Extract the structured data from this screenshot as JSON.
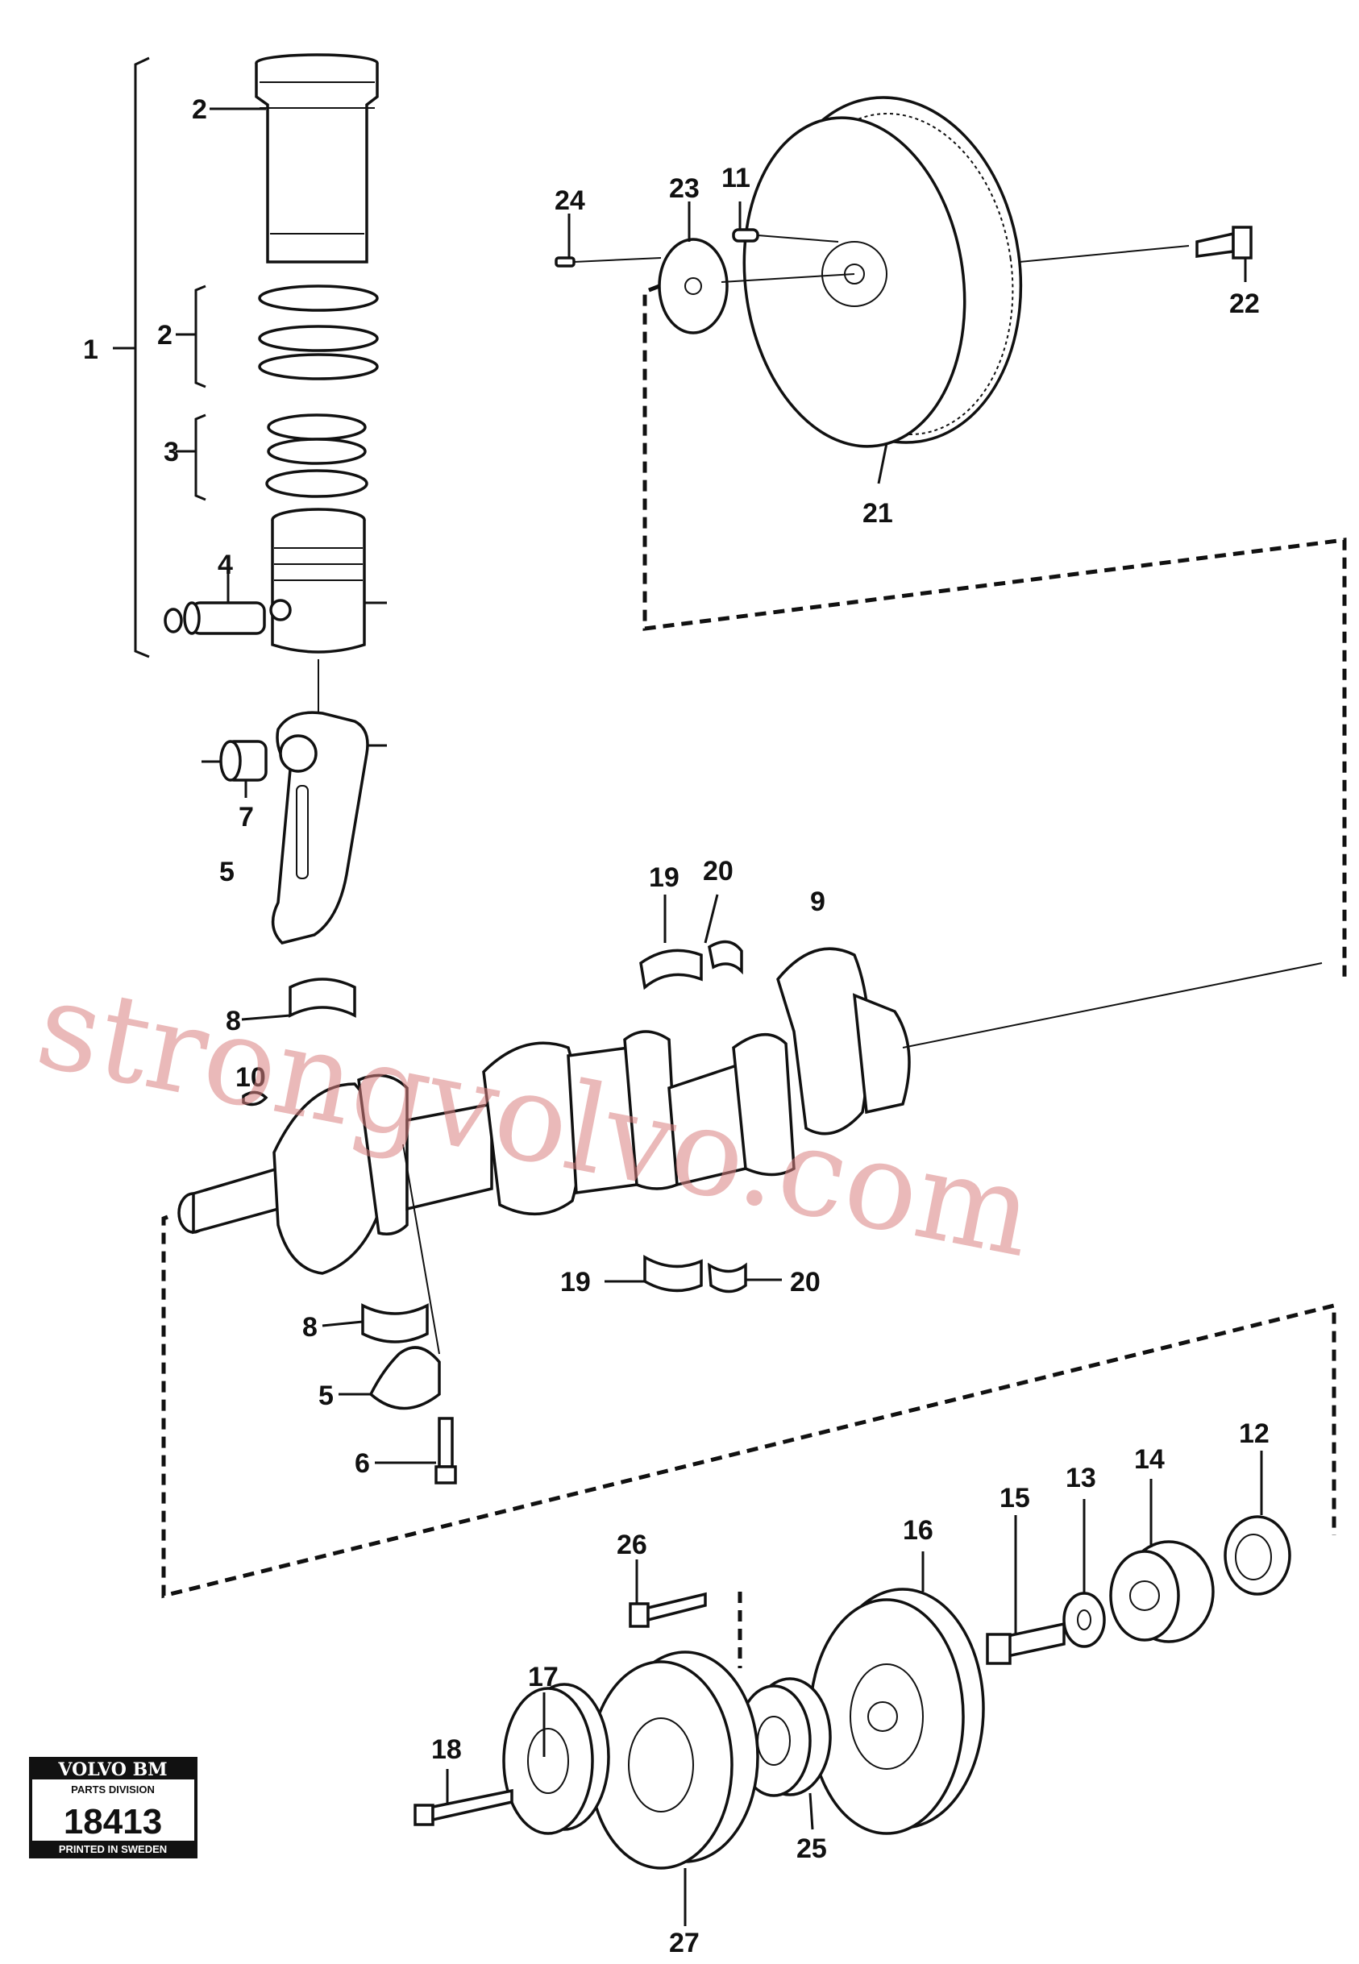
{
  "parts": {
    "p1": "1",
    "p2a": "2",
    "p2b": "2",
    "p3": "3",
    "p4": "4",
    "p5a": "5",
    "p5b": "5",
    "p6": "6",
    "p7": "7",
    "p8a": "8",
    "p8b": "8",
    "p9": "9",
    "p10": "10",
    "p11": "11",
    "p12": "12",
    "p13": "13",
    "p14": "14",
    "p15": "15",
    "p16": "16",
    "p17": "17",
    "p18": "18",
    "p19a": "19",
    "p19b": "19",
    "p20a": "20",
    "p20b": "20",
    "p21": "21",
    "p22": "22",
    "p23": "23",
    "p24": "24",
    "p25": "25",
    "p26": "26",
    "p27": "27"
  },
  "stamp": {
    "brand": "VOLVO BM",
    "division": "PARTS DIVISION",
    "number": "18413",
    "printed": "PRINTED IN SWEDEN"
  },
  "watermark": "strongvolvo.com"
}
